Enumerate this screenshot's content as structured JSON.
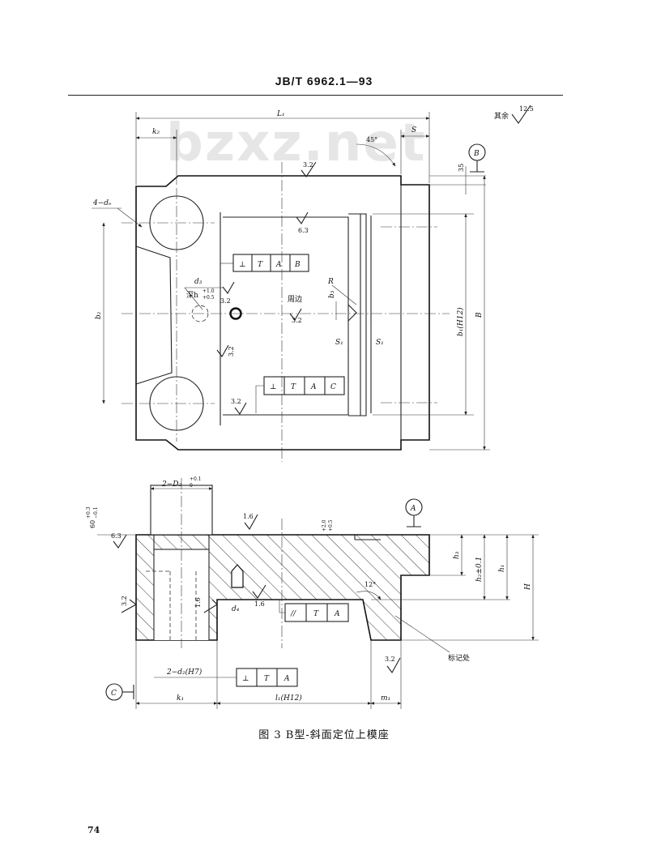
{
  "header": {
    "standard": "JB/T 6962.1—93"
  },
  "watermark": "bzxz.net",
  "caption": "图 3  B型-斜面定位上模座",
  "page_number": "74",
  "top_view": {
    "dims": {
      "L1": "L₁",
      "k2": "k₂",
      "S": "S",
      "angle45": "45°",
      "d35": "35",
      "holes": "4−dₑ",
      "b2": "b₂",
      "b1": "b₁(H12)",
      "B": "B",
      "b3": "b₃",
      "R": "R",
      "S1a": "S₁",
      "S1b": "S₁"
    },
    "datum_B": "B",
    "roughness": {
      "r32a": "3.2",
      "r63": "6.3",
      "r32b": "3.2",
      "r32c": "3.2",
      "r32d": "3.2",
      "r32e": "3.2",
      "other_label": "其余",
      "other_value": "12.5"
    },
    "note_d3": "d₃",
    "note_depth": "深h",
    "note_depth_tol_upper": "+1.0",
    "note_depth_tol_lower": "+0.5",
    "note_perimeter": "周边",
    "fcf1": {
      "symbol": "⊥",
      "tol": "T",
      "datum1": "A",
      "datum2": "B"
    },
    "fcf2": {
      "symbol": "⊥",
      "tol": "T",
      "datum1": "A",
      "datum2": "C"
    }
  },
  "front_view": {
    "dims": {
      "D2": "2−D₂",
      "D2_tol_upper": "+0.1",
      "D2_tol_lower": "0",
      "d60": "60",
      "d60_tol_upper": "+0.3",
      "d60_tol_lower": "−0.1",
      "h3": "h₃",
      "h2": "h₂±0.1",
      "h1": "h₁",
      "H": "H",
      "h4_upper": "+2.0",
      "h4_lower": "+0.5",
      "angle12": "12°",
      "d2h7": "2−d₂(H7)",
      "k1": "k₁",
      "l1": "l₁(H12)",
      "m1": "m₁",
      "d4": "d₄"
    },
    "datum_A": "A",
    "datum_C": "C",
    "roughness": {
      "r16a": "1.6",
      "r63": "6.3",
      "r32a": "3.2",
      "r16b": "1.6",
      "r16c": "1.6",
      "r32b": "3.2"
    },
    "fcf_parallel": {
      "symbol": "//",
      "tol": "T",
      "datum": "A"
    },
    "fcf_perp": {
      "symbol": "⊥",
      "tol": "T",
      "datum": "A"
    },
    "mark_label": "标记处"
  }
}
